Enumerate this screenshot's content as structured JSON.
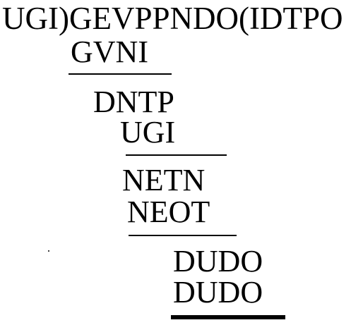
{
  "division": {
    "header": "UGI)GEVPPNDO(IDTPO",
    "step1_product": "GVNI",
    "step2_remainder": "DNTP",
    "step2_product": "UGI",
    "step3_remainder": "NETN",
    "step3_product": "NEOT",
    "step4_remainder": "DUDO",
    "step4_product": "DUDO"
  }
}
